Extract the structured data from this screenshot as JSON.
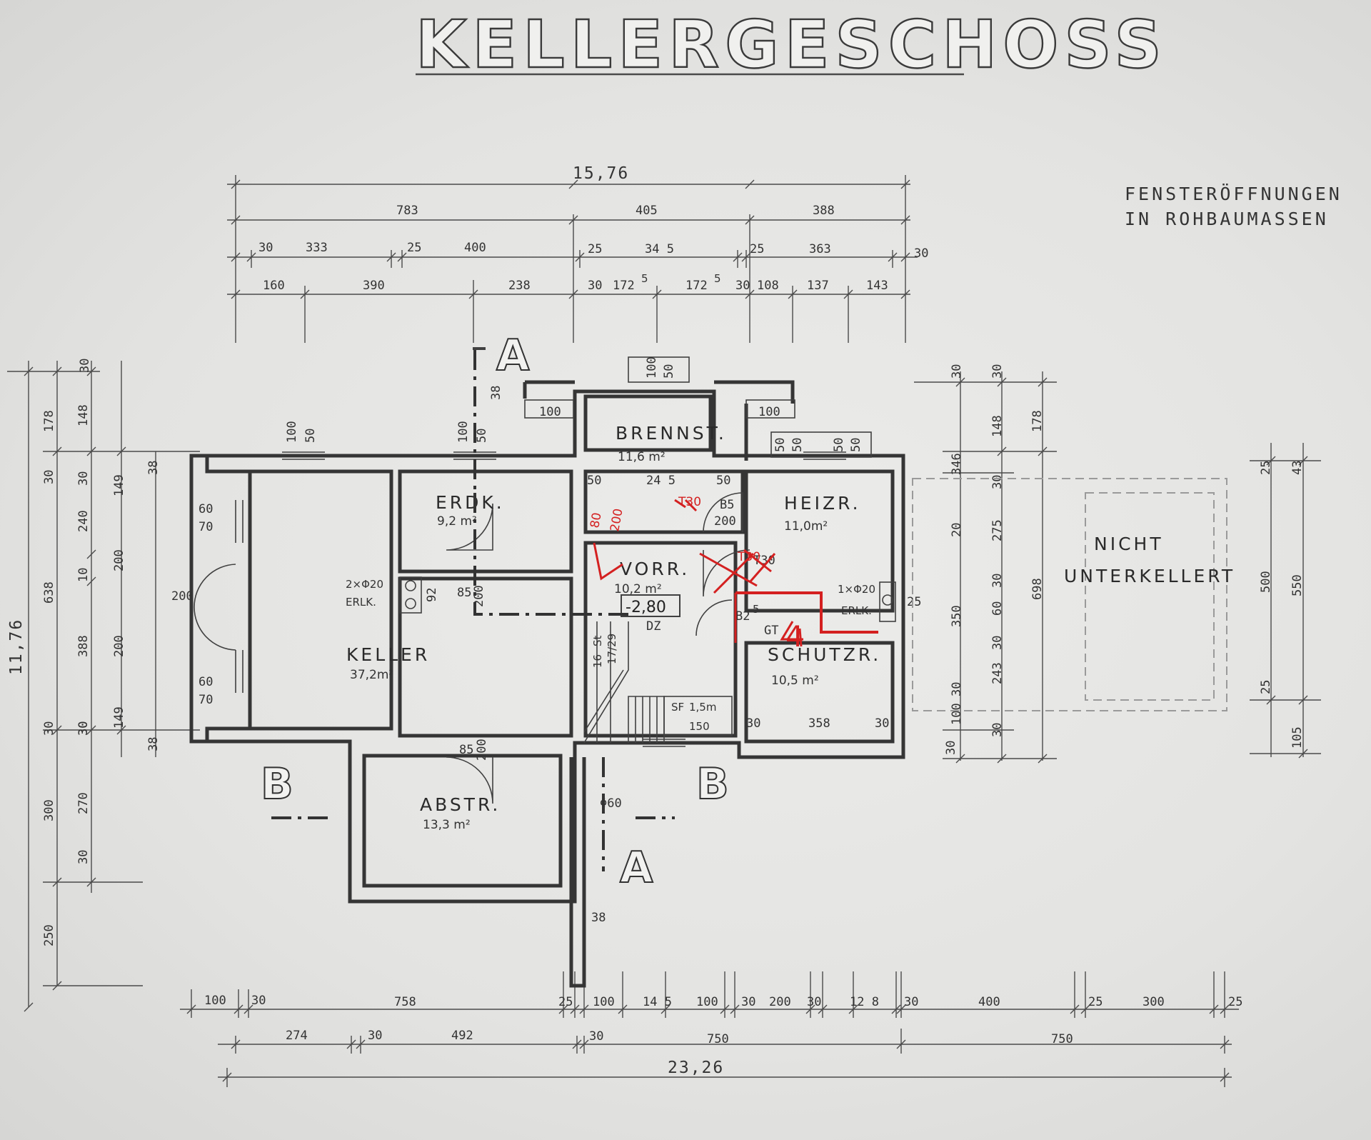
{
  "title": "KELLERGESCHOSS",
  "note": [
    "FENSTERÖFFNUNGEN",
    "IN  ROHBAUMASSEN"
  ],
  "dimensions": {
    "total_width": "15,76",
    "top_row1": [
      "783",
      "405",
      "388"
    ],
    "top_row2": [
      "30",
      "333",
      "25",
      "400",
      "25",
      "34 5",
      "25",
      "363",
      "30"
    ],
    "top_row3": [
      "160",
      "390",
      "238",
      "30",
      "172",
      "5",
      "172",
      "5",
      "30",
      "108",
      "137",
      "143"
    ],
    "left_total": "11,76",
    "left_outer": [
      "178",
      "638",
      "300",
      "250"
    ],
    "left_inner": [
      "148",
      "30",
      "240",
      "10",
      "388",
      "30",
      "270",
      "30"
    ],
    "left_openings": [
      "30",
      "149",
      "200",
      "200",
      "149",
      "30"
    ],
    "left_small": [
      "38",
      "38",
      "30",
      "30"
    ],
    "right_a": [
      "30",
      "346",
      "20",
      "350",
      "30",
      "100",
      "30"
    ],
    "right_b": [
      "30",
      "148",
      "30",
      "275",
      "30",
      "60",
      "30",
      "243",
      "30"
    ],
    "right_c": [
      "178",
      "698"
    ],
    "far_right": [
      "25",
      "43",
      "500",
      "550",
      "25",
      "105"
    ],
    "bottom_row1": [
      "100",
      "30",
      "758",
      "25",
      "100",
      "14 5",
      "100",
      "30",
      "200",
      "30",
      "12 8",
      "30",
      "400",
      "25",
      "300",
      "25"
    ],
    "bottom_row2": [
      "274",
      "30",
      "492",
      "30",
      "750",
      "750"
    ],
    "total_length": "23,26"
  },
  "openings": {
    "win_top": [
      "100",
      "50"
    ],
    "left": [
      "60",
      "70",
      "200",
      "60",
      "70"
    ],
    "niches": [
      "100",
      "100",
      "38",
      "38"
    ],
    "doors": [
      "85",
      "200",
      "85",
      "200",
      "50",
      "24 5",
      "50",
      "B5",
      "200",
      "100"
    ],
    "shaft": [
      "92",
      "2×Φ20",
      "ERLK.",
      "1×Φ20",
      "ERLK.",
      "25"
    ],
    "stair": [
      "16",
      "St",
      "17/29",
      "SF",
      "1,5m",
      "150"
    ],
    "misc": [
      "30",
      "358",
      "30",
      "Φ60",
      "38",
      "30",
      "30",
      "T30",
      "B2",
      "5",
      "GT",
      "DZ"
    ]
  },
  "rooms": [
    {
      "name": "BRENNST.",
      "area": "11,6 m²"
    },
    {
      "name": "ERDK.",
      "area": "9,2 m²"
    },
    {
      "name": "HEIZR.",
      "area": "11,0m²"
    },
    {
      "name": "VORR.",
      "area": "10,2 m²"
    },
    {
      "name": "KELLER",
      "area": "37,2m²"
    },
    {
      "name": "SCHUTZR.",
      "area": "10,5 m²"
    },
    {
      "name": "ABSTR.",
      "area": "13,3 m²"
    }
  ],
  "level": "-2,80",
  "nicht": [
    "NICHT",
    "UNTERKELLERT"
  ],
  "section_marks": [
    "A",
    "A",
    "B",
    "B"
  ],
  "annotations": {
    "red": [
      "80",
      "200",
      "T30",
      "T30",
      "4"
    ]
  }
}
